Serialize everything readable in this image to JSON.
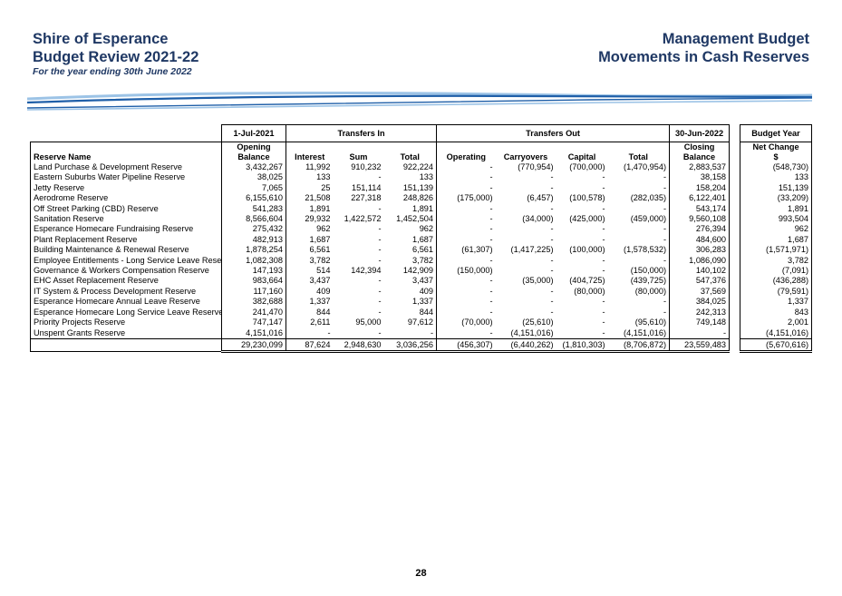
{
  "header": {
    "org": "Shire of Esperance",
    "review": "Budget Review 2021-22",
    "period": "For the year ending 30th June 2022",
    "doc_title": "Management Budget",
    "doc_subtitle": "Movements in Cash Reserves"
  },
  "colors": {
    "heading": "#1f3864",
    "wave_dark": "#1f5fa8",
    "wave_light": "#9cc3e6"
  },
  "table": {
    "group_headers": {
      "opening_date": "1-Jul-2021",
      "transfers_in": "Transfers In",
      "transfers_out": "Transfers Out",
      "closing_date": "30-Jun-2022",
      "budget_year": "Budget Year"
    },
    "col_headers": {
      "name": "Reserve Name",
      "opening_top": "Opening",
      "opening_bottom": "Balance",
      "interest": "Interest",
      "sum": "Sum",
      "total_in": "Total",
      "operating": "Operating",
      "carryovers": "Carryovers",
      "capital": "Capital",
      "total_out": "Total",
      "closing_top": "Closing",
      "closing_bottom": "Balance",
      "net_top": "Net Change",
      "net_bottom": "$"
    },
    "rows": [
      [
        "Land Purchase & Development Reserve",
        "3,432,267",
        "11,992",
        "910,232",
        "922,224",
        "-",
        "(770,954)",
        "(700,000)",
        "(1,470,954)",
        "2,883,537",
        "(548,730)"
      ],
      [
        "Eastern Suburbs Water Pipeline Reserve",
        "38,025",
        "133",
        "-",
        "133",
        "-",
        "-",
        "-",
        "-",
        "38,158",
        "133"
      ],
      [
        "Jetty Reserve",
        "7,065",
        "25",
        "151,114",
        "151,139",
        "-",
        "-",
        "-",
        "-",
        "158,204",
        "151,139"
      ],
      [
        "Aerodrome Reserve",
        "6,155,610",
        "21,508",
        "227,318",
        "248,826",
        "(175,000)",
        "(6,457)",
        "(100,578)",
        "(282,035)",
        "6,122,401",
        "(33,209)"
      ],
      [
        "Off Street Parking (CBD) Reserve",
        "541,283",
        "1,891",
        "-",
        "1,891",
        "-",
        "-",
        "-",
        "-",
        "543,174",
        "1,891"
      ],
      [
        "Sanitation Reserve",
        "8,566,604",
        "29,932",
        "1,422,572",
        "1,452,504",
        "-",
        "(34,000)",
        "(425,000)",
        "(459,000)",
        "9,560,108",
        "993,504"
      ],
      [
        "Esperance Homecare Fundraising Reserve",
        "275,432",
        "962",
        "-",
        "962",
        "-",
        "-",
        "-",
        "-",
        "276,394",
        "962"
      ],
      [
        "Plant Replacement Reserve",
        "482,913",
        "1,687",
        "-",
        "1,687",
        "-",
        "-",
        "-",
        "-",
        "484,600",
        "1,687"
      ],
      [
        "Building Maintenance & Renewal Reserve",
        "1,878,254",
        "6,561",
        "-",
        "6,561",
        "(61,307)",
        "(1,417,225)",
        "(100,000)",
        "(1,578,532)",
        "306,283",
        "(1,571,971)"
      ],
      [
        "Employee Entitlements - Long Service Leave Reserve",
        "1,082,308",
        "3,782",
        "-",
        "3,782",
        "-",
        "-",
        "-",
        "-",
        "1,086,090",
        "3,782"
      ],
      [
        "Governance & Workers Compensation Reserve",
        "147,193",
        "514",
        "142,394",
        "142,909",
        "(150,000)",
        "-",
        "-",
        "(150,000)",
        "140,102",
        "(7,091)"
      ],
      [
        "EHC Asset Replacement Reserve",
        "983,664",
        "3,437",
        "-",
        "3,437",
        "-",
        "(35,000)",
        "(404,725)",
        "(439,725)",
        "547,376",
        "(436,288)"
      ],
      [
        "IT System & Process Development Reserve",
        "117,160",
        "409",
        "-",
        "409",
        "-",
        "-",
        "(80,000)",
        "(80,000)",
        "37,569",
        "(79,591)"
      ],
      [
        "Esperance Homecare Annual Leave Reserve",
        "382,688",
        "1,337",
        "-",
        "1,337",
        "-",
        "-",
        "-",
        "-",
        "384,025",
        "1,337"
      ],
      [
        "Esperance Homecare Long Service Leave Reserve",
        "241,470",
        "844",
        "-",
        "844",
        "-",
        "-",
        "-",
        "-",
        "242,313",
        "843"
      ],
      [
        "Priority Projects Reserve",
        "747,147",
        "2,611",
        "95,000",
        "97,612",
        "(70,000)",
        "(25,610)",
        "-",
        "(95,610)",
        "749,148",
        "2,001"
      ],
      [
        "Unspent Grants Reserve",
        "4,151,016",
        "-",
        "-",
        "-",
        "-",
        "(4,151,016)",
        "-",
        "(4,151,016)",
        "-",
        "(4,151,016)"
      ]
    ],
    "totals": [
      "29,230,099",
      "87,624",
      "2,948,630",
      "3,036,256",
      "(456,307)",
      "(6,440,262)",
      "(1,810,303)",
      "(8,706,872)",
      "23,559,483",
      "(5,670,616)"
    ]
  },
  "page_number": "28"
}
